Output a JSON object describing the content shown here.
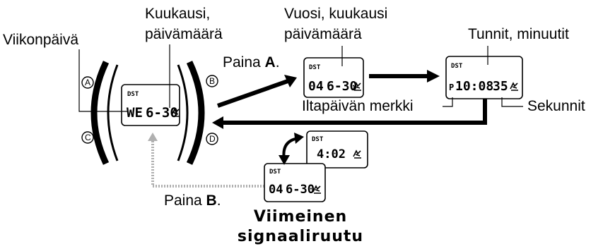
{
  "labels": {
    "weekday": "Viikonpäivä",
    "month_date_line1": "Kuukausi,",
    "month_date_line2": "päivämäärä",
    "year_line1": "Vuosi, kuukausi",
    "year_line2": "päivämäärä",
    "hours_minutes": "Tunnit, minuutit",
    "press_a_prefix": "Paina ",
    "press_a_key": "A",
    "press_a_suffix": ".",
    "pm_indicator": "Iltapäivän merkki",
    "seconds": "Sekunnit",
    "press_b_prefix": "Paina ",
    "press_b_key": "B",
    "press_b_suffix": ".",
    "caption_line1": "Viimeinen",
    "caption_line2": "signaaliruutu"
  },
  "watch": {
    "buttons": [
      "A",
      "B",
      "C",
      "D"
    ],
    "dst": "DST",
    "day": "WE",
    "date": "6-30"
  },
  "screens": {
    "year_screen": {
      "dst": "DST",
      "year": "04",
      "date": "6-30"
    },
    "time_screen": {
      "dst": "DST",
      "pm": "P",
      "time": "10:08",
      "seconds": "35"
    },
    "signal_top": {
      "dst": "DST",
      "time": "4:02"
    },
    "signal_bottom": {
      "dst": "DST",
      "year": "04",
      "date": "6-30"
    }
  },
  "icons": [
    "signal-icon",
    "arrow-right-icon",
    "arrow-left-icon",
    "curved-arrow-icon"
  ],
  "colors": {
    "ink": "#000000",
    "dotted_path": "#b0b0b0"
  }
}
